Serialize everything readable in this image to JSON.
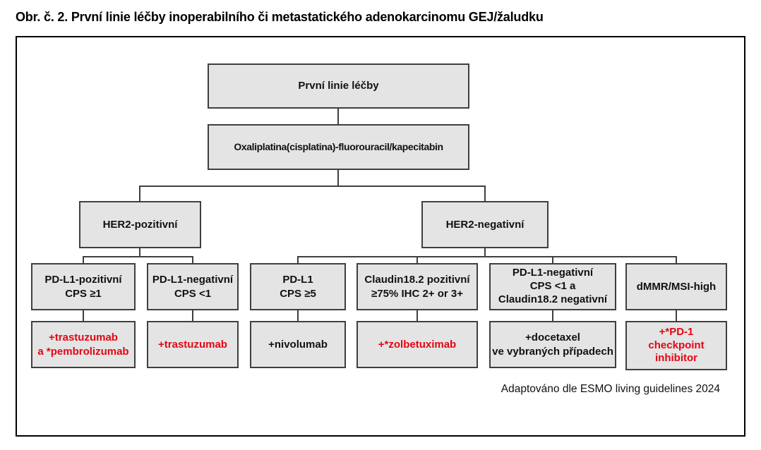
{
  "title": "Obr. č. 2. První linie léčby inoperabilního či metastatického adenokarcinomu GEJ/žaludku",
  "caption": "Adaptováno dle ESMO living guidelines 2024",
  "colors": {
    "box_fill": "#e4e4e4",
    "box_border": "#3f3f3f",
    "frame_border": "#000000",
    "red_text": "#e30613",
    "black_text": "#111111",
    "background": "#ffffff"
  },
  "nodes": {
    "first_line": {
      "label": "První linie léčby"
    },
    "chemo": {
      "label": "Oxaliplatina(cisplatina)-fluorouracil/kapecitabin"
    },
    "her2_pos": {
      "label": "HER2-pozitivní"
    },
    "her2_neg": {
      "label": "HER2-negativní"
    },
    "pdl1_pos": {
      "label": "PD-L1-pozitivní\nCPS ≥1"
    },
    "pdl1_neg": {
      "label": "PD-L1-negativní\nCPS <1"
    },
    "pdl1_cps5": {
      "label": "PD-L1\nCPS ≥5"
    },
    "claudin_pos": {
      "label": "Claudin18.2 pozitivní\n≥75% IHC 2+ or 3+"
    },
    "pdl1_neg_claudin_neg": {
      "label": "PD-L1-negativní\nCPS <1 a\nClaudin18.2 negativní"
    },
    "dmmr_msi": {
      "label": "dMMR/MSI-high"
    },
    "tx_trastu_pembro": {
      "label": "+trastuzumab\na *pembrolizumab",
      "color": "red"
    },
    "tx_trastu": {
      "label": "+trastuzumab",
      "color": "red"
    },
    "tx_nivolumab": {
      "label": "+nivolumab",
      "color": "black"
    },
    "tx_zolbetuximab": {
      "label": "+*zolbetuximab",
      "color": "red"
    },
    "tx_docetaxel": {
      "label": "+docetaxel\nve vybraných případech",
      "color": "black"
    },
    "tx_pd1_inhibitor": {
      "label": "+*PD-1\ncheckpoint\ninhibitor",
      "color": "red"
    }
  }
}
